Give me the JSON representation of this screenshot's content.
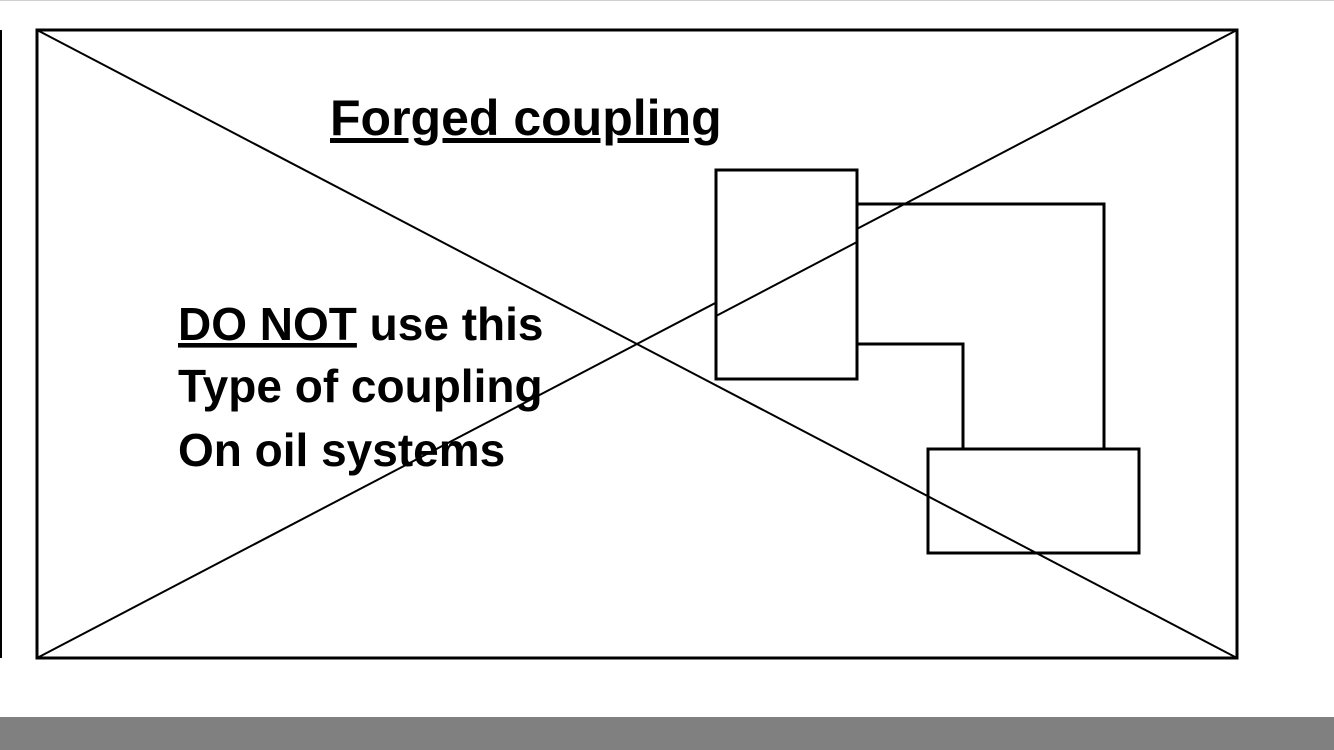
{
  "diagram": {
    "title": "Forged coupling",
    "warning": {
      "line1_emphasis": "DO NOT",
      "line1_rest": " use this",
      "line2": "Type of coupling",
      "line3": "On oil systems"
    }
  },
  "colors": {
    "stroke": "#000000",
    "background": "#ffffff",
    "footer_bar": "#808080"
  }
}
